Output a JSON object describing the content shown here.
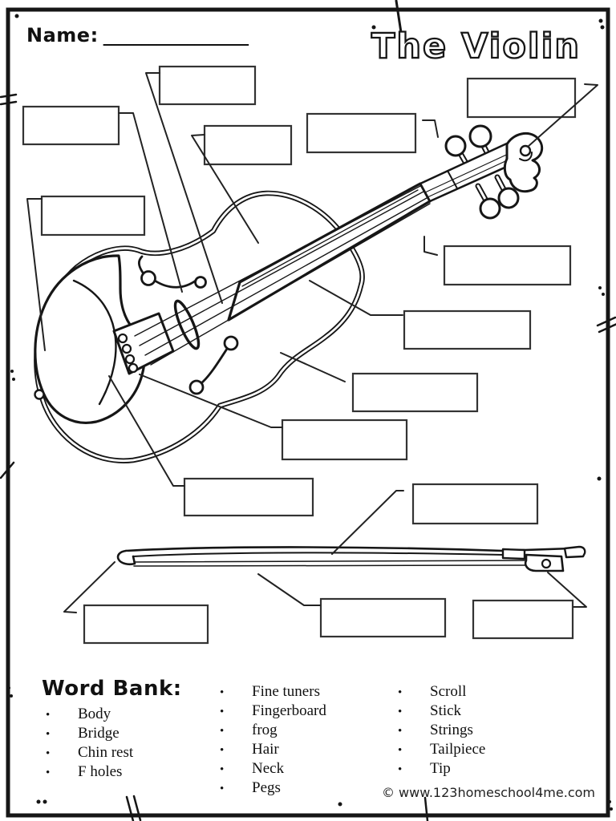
{
  "page": {
    "background": "#ffffff",
    "ink_color": "#161616"
  },
  "header": {
    "name_label": "Name:",
    "name_line": "___________________",
    "title": "The Violin"
  },
  "diagram": {
    "answer_box_count": 15,
    "answer_box_value": "",
    "illustrations": [
      "violin",
      "bow"
    ]
  },
  "word_bank": {
    "heading": "Word Bank:",
    "columns": [
      {
        "items": [
          "Body",
          "Bridge",
          "Chin rest",
          "F holes"
        ]
      },
      {
        "items": [
          "Fine tuners",
          "Fingerboard",
          "frog",
          "Hair",
          "Neck",
          "Pegs"
        ]
      },
      {
        "items": [
          "Scroll",
          "Stick",
          "Strings",
          "Tailpiece",
          "Tip"
        ]
      }
    ]
  },
  "footer": {
    "copyright": "© www.123homeschool4me.com"
  }
}
